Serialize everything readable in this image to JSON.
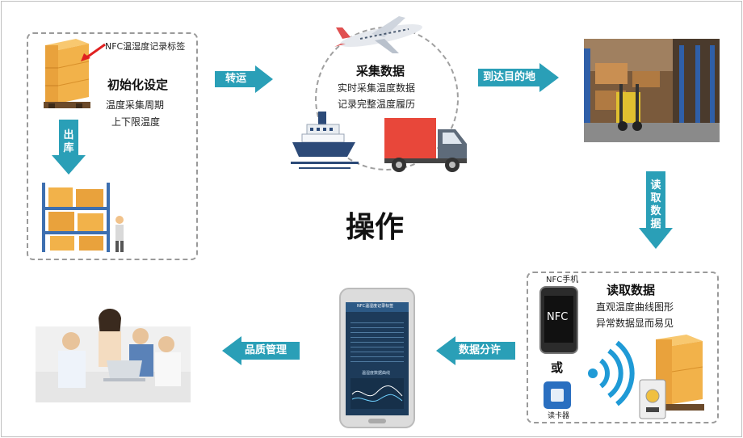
{
  "center_title": "操作",
  "step1": {
    "nfc_tag_label": "NFC温湿度记录标签",
    "title": "初始化设定",
    "line1": "温度采集周期",
    "line2": "上下限温度"
  },
  "arrows": {
    "out_of_warehouse": "出库",
    "transport": "转运",
    "arrive": "到达目的地",
    "read_data": "读取数据",
    "analyze": "数据分许",
    "quality_mgmt": "品质管理"
  },
  "collect": {
    "title": "采集数据",
    "line1": "实时采集温度数据",
    "line2": "记录完整温度履历"
  },
  "read": {
    "phone_label": "NFC手机",
    "nfc_screen": "NFC",
    "or": "或",
    "reader_label": "读卡器",
    "title": "读取数据",
    "line1": "直观温度曲线图形",
    "line2": "异常数据显而易见"
  },
  "phone_app": {
    "header": "NFC温湿度记录标签",
    "chart_title": "温湿度数据曲线"
  },
  "colors": {
    "arrow": "#2a9fb7",
    "truck": "#e8473a",
    "box": "#f2b24a"
  }
}
